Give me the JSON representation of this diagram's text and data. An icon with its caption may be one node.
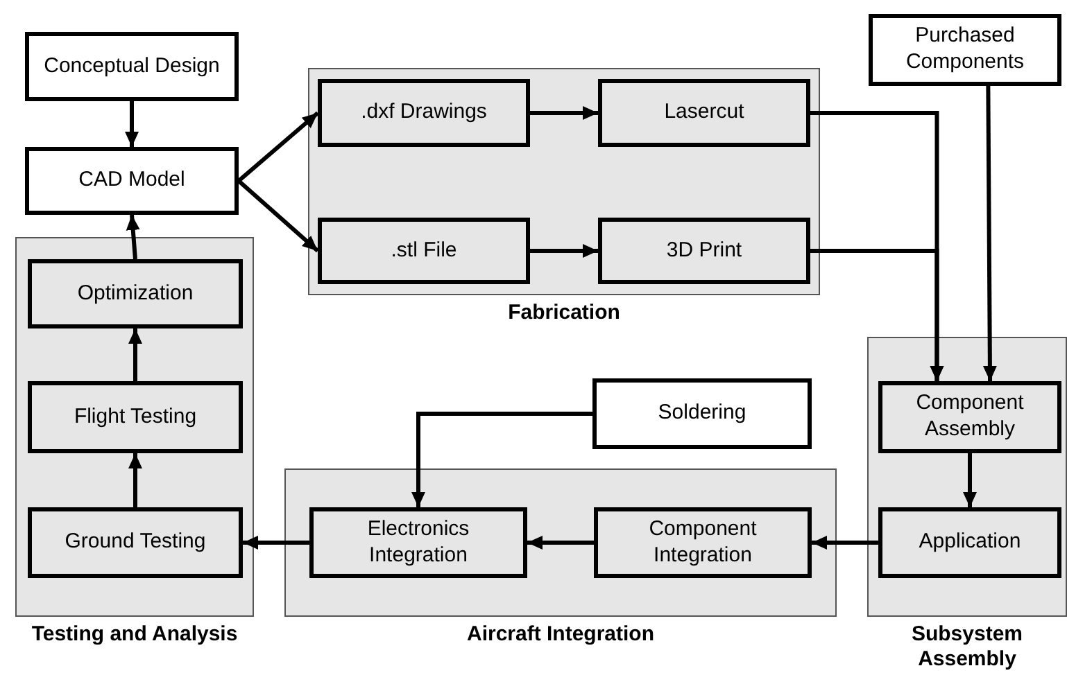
{
  "diagram": {
    "nodes": [
      {
        "text": [
          "Conceptual Design"
        ]
      },
      {
        "text": [
          "Fabrication"
        ]
      },
      {
        "text": [
          ".dxf Drawings"
        ],
        "in": 1
      },
      {
        "text": [
          "Lasercut"
        ],
        "in": 1
      },
      {
        "text": [
          ".stl File"
        ],
        "in": 1
      },
      {
        "text": [
          "3D Print"
        ],
        "in": 1
      },
      {
        "text": [
          "Purchased Components"
        ]
      },
      {
        "text": [
          "CAD Model"
        ]
      },
      {
        "text": [
          "Testing and Analysis"
        ]
      },
      {
        "text": [
          "Optimization"
        ],
        "in": 8
      },
      {
        "text": [
          "Flight Testing"
        ],
        "in": 8
      },
      {
        "text": [
          "Soldering"
        ]
      },
      {
        "text": [
          "Subsystem Assembly"
        ]
      },
      {
        "text": [
          "Component Assembly"
        ],
        "in": 12
      },
      {
        "text": [
          "Aircraft Integration"
        ]
      },
      {
        "text": [
          "Electronics Integration"
        ],
        "in": 14
      },
      {
        "text": [
          "Component Integration"
        ],
        "in": 14
      },
      {
        "text": [
          "Ground Testing"
        ],
        "in": 8
      },
      {
        "text": [
          "Application"
        ],
        "in": 12
      }
    ],
    "edges": [
      {
        "from": 0,
        "to": 7,
        "arrow": "to"
      },
      {
        "from": 9,
        "to": 7,
        "arrow": "to"
      },
      {
        "from": 7,
        "to": 2,
        "arrow": "to"
      },
      {
        "from": 7,
        "to": 4,
        "arrow": "to"
      },
      {
        "from": 2,
        "to": 3,
        "arrow": "to"
      },
      {
        "from": 4,
        "to": 5,
        "arrow": "to"
      },
      {
        "from": 3,
        "to": 13,
        "arrow": "to"
      },
      {
        "from": 5,
        "to": 13,
        "arrow": "to"
      },
      {
        "from": 6,
        "to": 13,
        "arrow": "to"
      },
      {
        "from": 13,
        "to": 18,
        "arrow": "to"
      },
      {
        "from": 18,
        "to": 16,
        "arrow": "to"
      },
      {
        "from": 16,
        "to": 15,
        "arrow": "to"
      },
      {
        "from": 11,
        "to": 15,
        "arrow": "to"
      },
      {
        "from": 15,
        "to": 17,
        "arrow": "to"
      },
      {
        "from": 17,
        "to": 10,
        "arrow": "to"
      },
      {
        "from": 10,
        "to": 9,
        "arrow": "to"
      }
    ]
  }
}
